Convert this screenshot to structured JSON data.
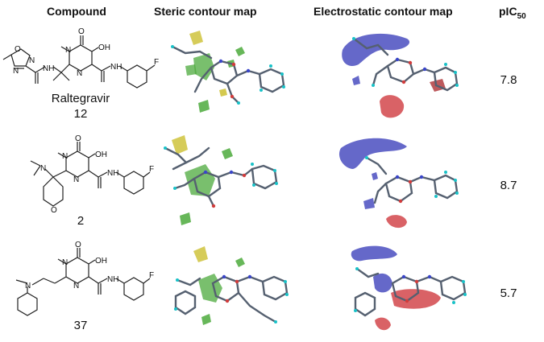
{
  "headers": {
    "compound": "Compound",
    "steric": "Steric contour map",
    "electrostatic": "Electrostatic contour map",
    "pic50_main": "pIC",
    "pic50_sub": "50"
  },
  "rows": [
    {
      "name": "Raltegravir",
      "id": "12",
      "pic50": "7.8"
    },
    {
      "name": "",
      "id": "2",
      "pic50": "8.7"
    },
    {
      "name": "",
      "id": "37",
      "pic50": "5.7"
    }
  ],
  "atom_labels": {
    "O": "O",
    "N": "N",
    "H": "H",
    "OH": "OH",
    "F": "F",
    "NH": "NH"
  },
  "colors": {
    "steric_green": "#4caa3c",
    "steric_yellow": "#cfc33c",
    "electro_blue": "#4a4ec0",
    "electro_red": "#d2474b",
    "stick": "#556070",
    "hydrogen": "#19c2c8",
    "nitrogen": "#3a46c8",
    "oxygen": "#d23c3c"
  }
}
